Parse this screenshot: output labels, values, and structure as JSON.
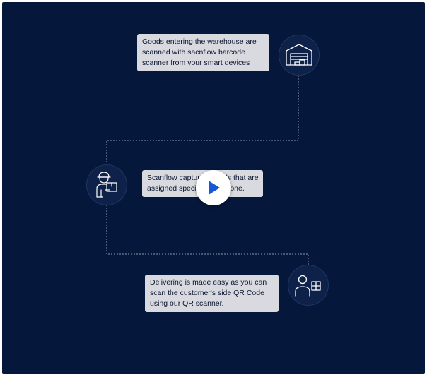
{
  "colors": {
    "background": "#05173a",
    "bubble": "#d9dadf",
    "icon_stroke": "#ffffff",
    "play_triangle": "#1457d9",
    "connector": "#8d97ad"
  },
  "steps": [
    {
      "icon": "warehouse-icon",
      "lines": [
        "Goods entering the warehouse are",
        "scanned with sacnflow barcode",
        "scanner from your smart devices"
      ]
    },
    {
      "icon": "delivery-person-icon",
      "lines": [
        "Scanflow captures details that are",
        "assigned specific to the zone."
      ]
    },
    {
      "icon": "customer-parcel-icon",
      "lines": [
        "Delivering is made easy as you can",
        "scan the customer's side QR Code",
        "using our QR scanner."
      ]
    }
  ],
  "video": {
    "play_icon": "play-icon"
  }
}
